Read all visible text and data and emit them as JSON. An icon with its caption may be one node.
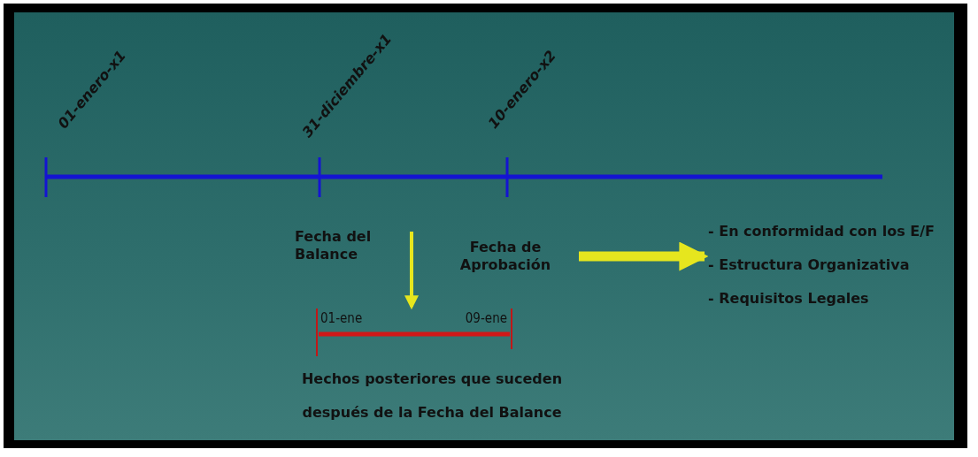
{
  "diagram": {
    "nodes": [
      {
        "text": [
          "Fecha del Balance"
        ]
      },
      {
        "text": [
          "Fecha de Aprobación"
        ]
      },
      {
        "text": [
          "- En conformidad con los E/F",
          "- Estructura Organizativa",
          "- Requisitos Legales"
        ]
      },
      {
        "text": [
          "01-ene",
          "09-ene"
        ],
        "beside": [
          "Hechos posteriores que suceden después de la Fecha del Balance"
        ]
      }
    ],
    "edges": [
      {
        "from": null,
        "to": 3,
        "arrow": "to"
      },
      {
        "from": 1,
        "to": 2,
        "arrow": "to",
        "style": "thick"
      }
    ],
    "labels": [
      "01-enero-x1",
      "31-diciembre-x1",
      "10-enero-x2"
    ]
  }
}
